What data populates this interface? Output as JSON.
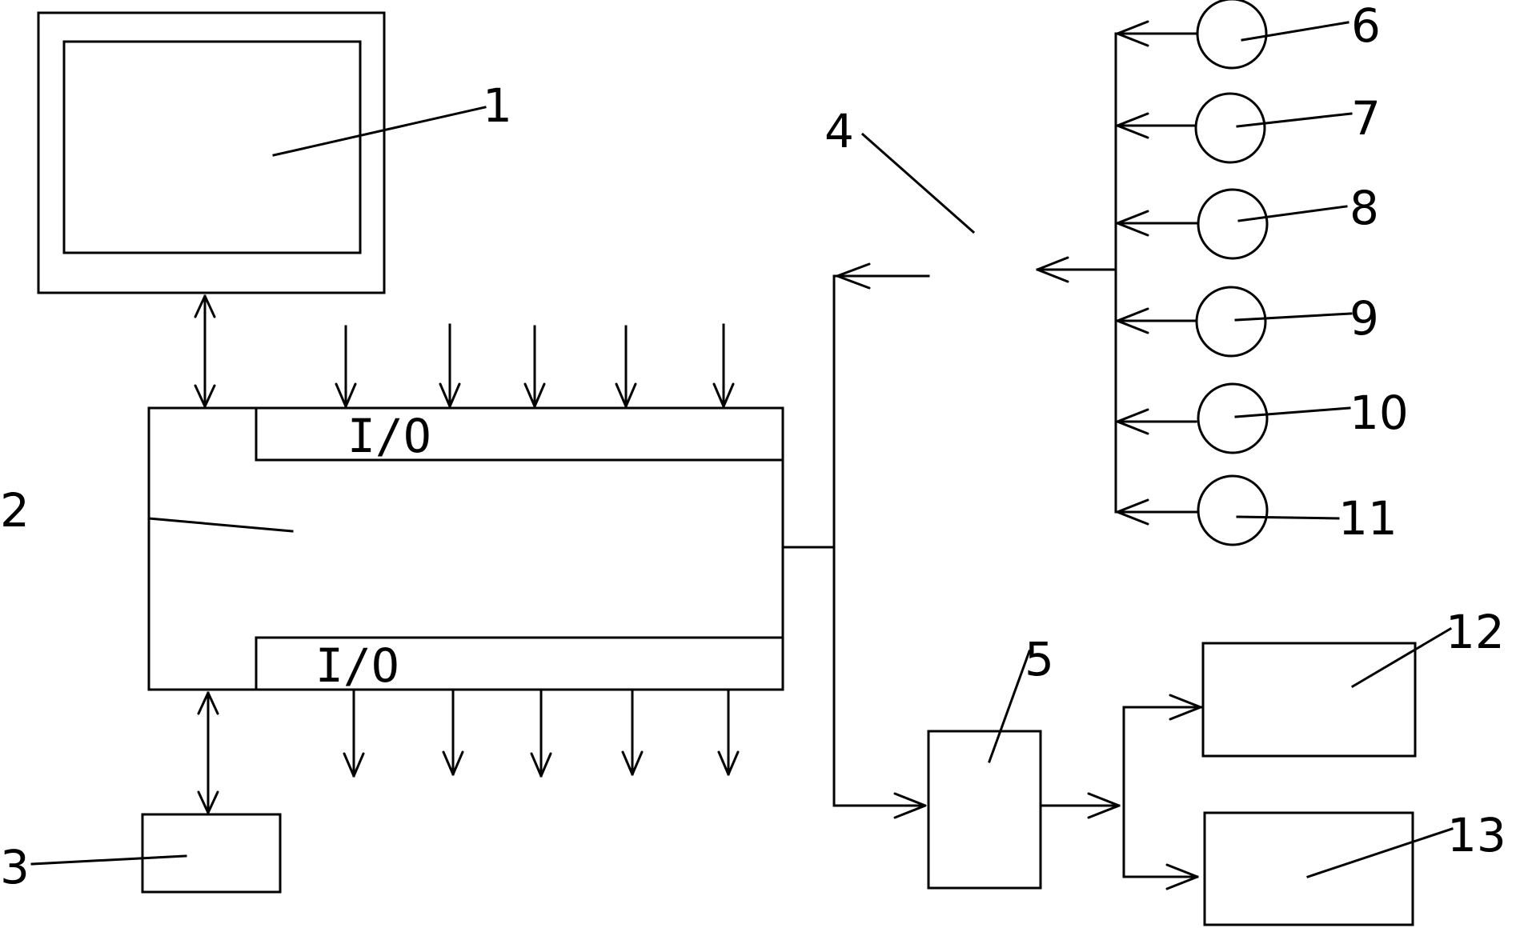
{
  "diagram": {
    "labels": {
      "n1": "1",
      "n2": "2",
      "n3": "3",
      "n4": "4",
      "n5": "5",
      "n6": "6",
      "n7": "7",
      "n8": "8",
      "n9": "9",
      "n10": "10",
      "n11": "11",
      "n12": "12",
      "n13": "13"
    },
    "io_top": "I/O",
    "io_bottom": "I/O"
  }
}
